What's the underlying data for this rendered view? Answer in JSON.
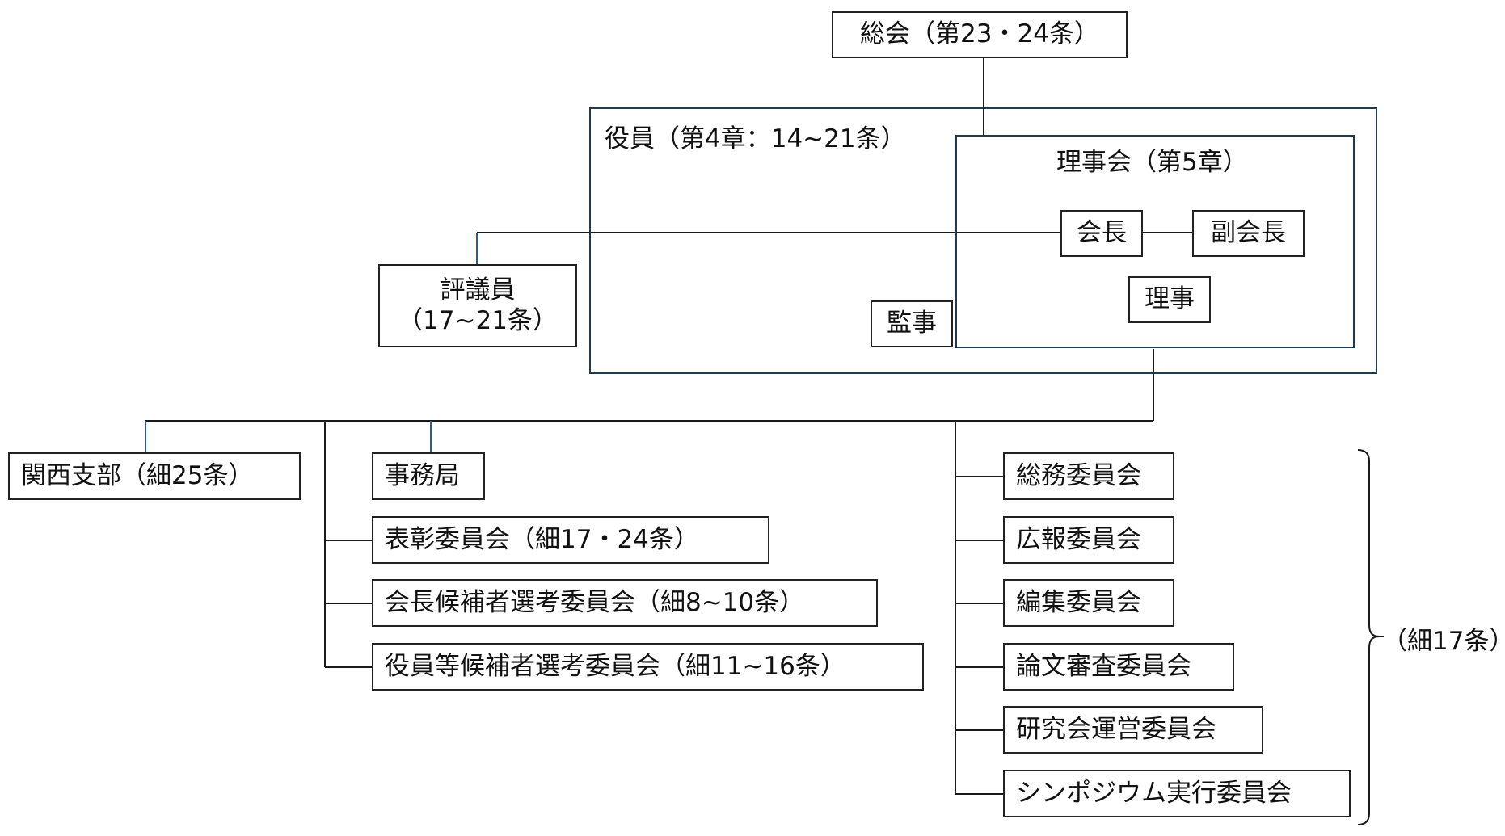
{
  "general_meeting": "総会（第23・24条）",
  "officers": {
    "label": "役員（第4章：14~21条）",
    "board": {
      "label": "理事会（第5章）",
      "president": "会長",
      "vice_president": "副会長",
      "directors": "理事"
    },
    "auditor": "監事"
  },
  "councilors": {
    "line1": "評議員",
    "line2": "（17~21条）"
  },
  "kansai_branch": "関西支部（細25条）",
  "secretariat": "事務局",
  "left_committees": [
    "表彰委員会（細17・24条）",
    "会長候補者選考委員会（細8~10条）",
    "役員等候補者選考委員会（細11~16条）"
  ],
  "right_committees": [
    "総務委員会",
    "広報委員会",
    "編集委員会",
    "論文審査委員会",
    "研究会運営委員会",
    "シンポジウム実行委員会"
  ],
  "right_committees_note": "（細17条）"
}
